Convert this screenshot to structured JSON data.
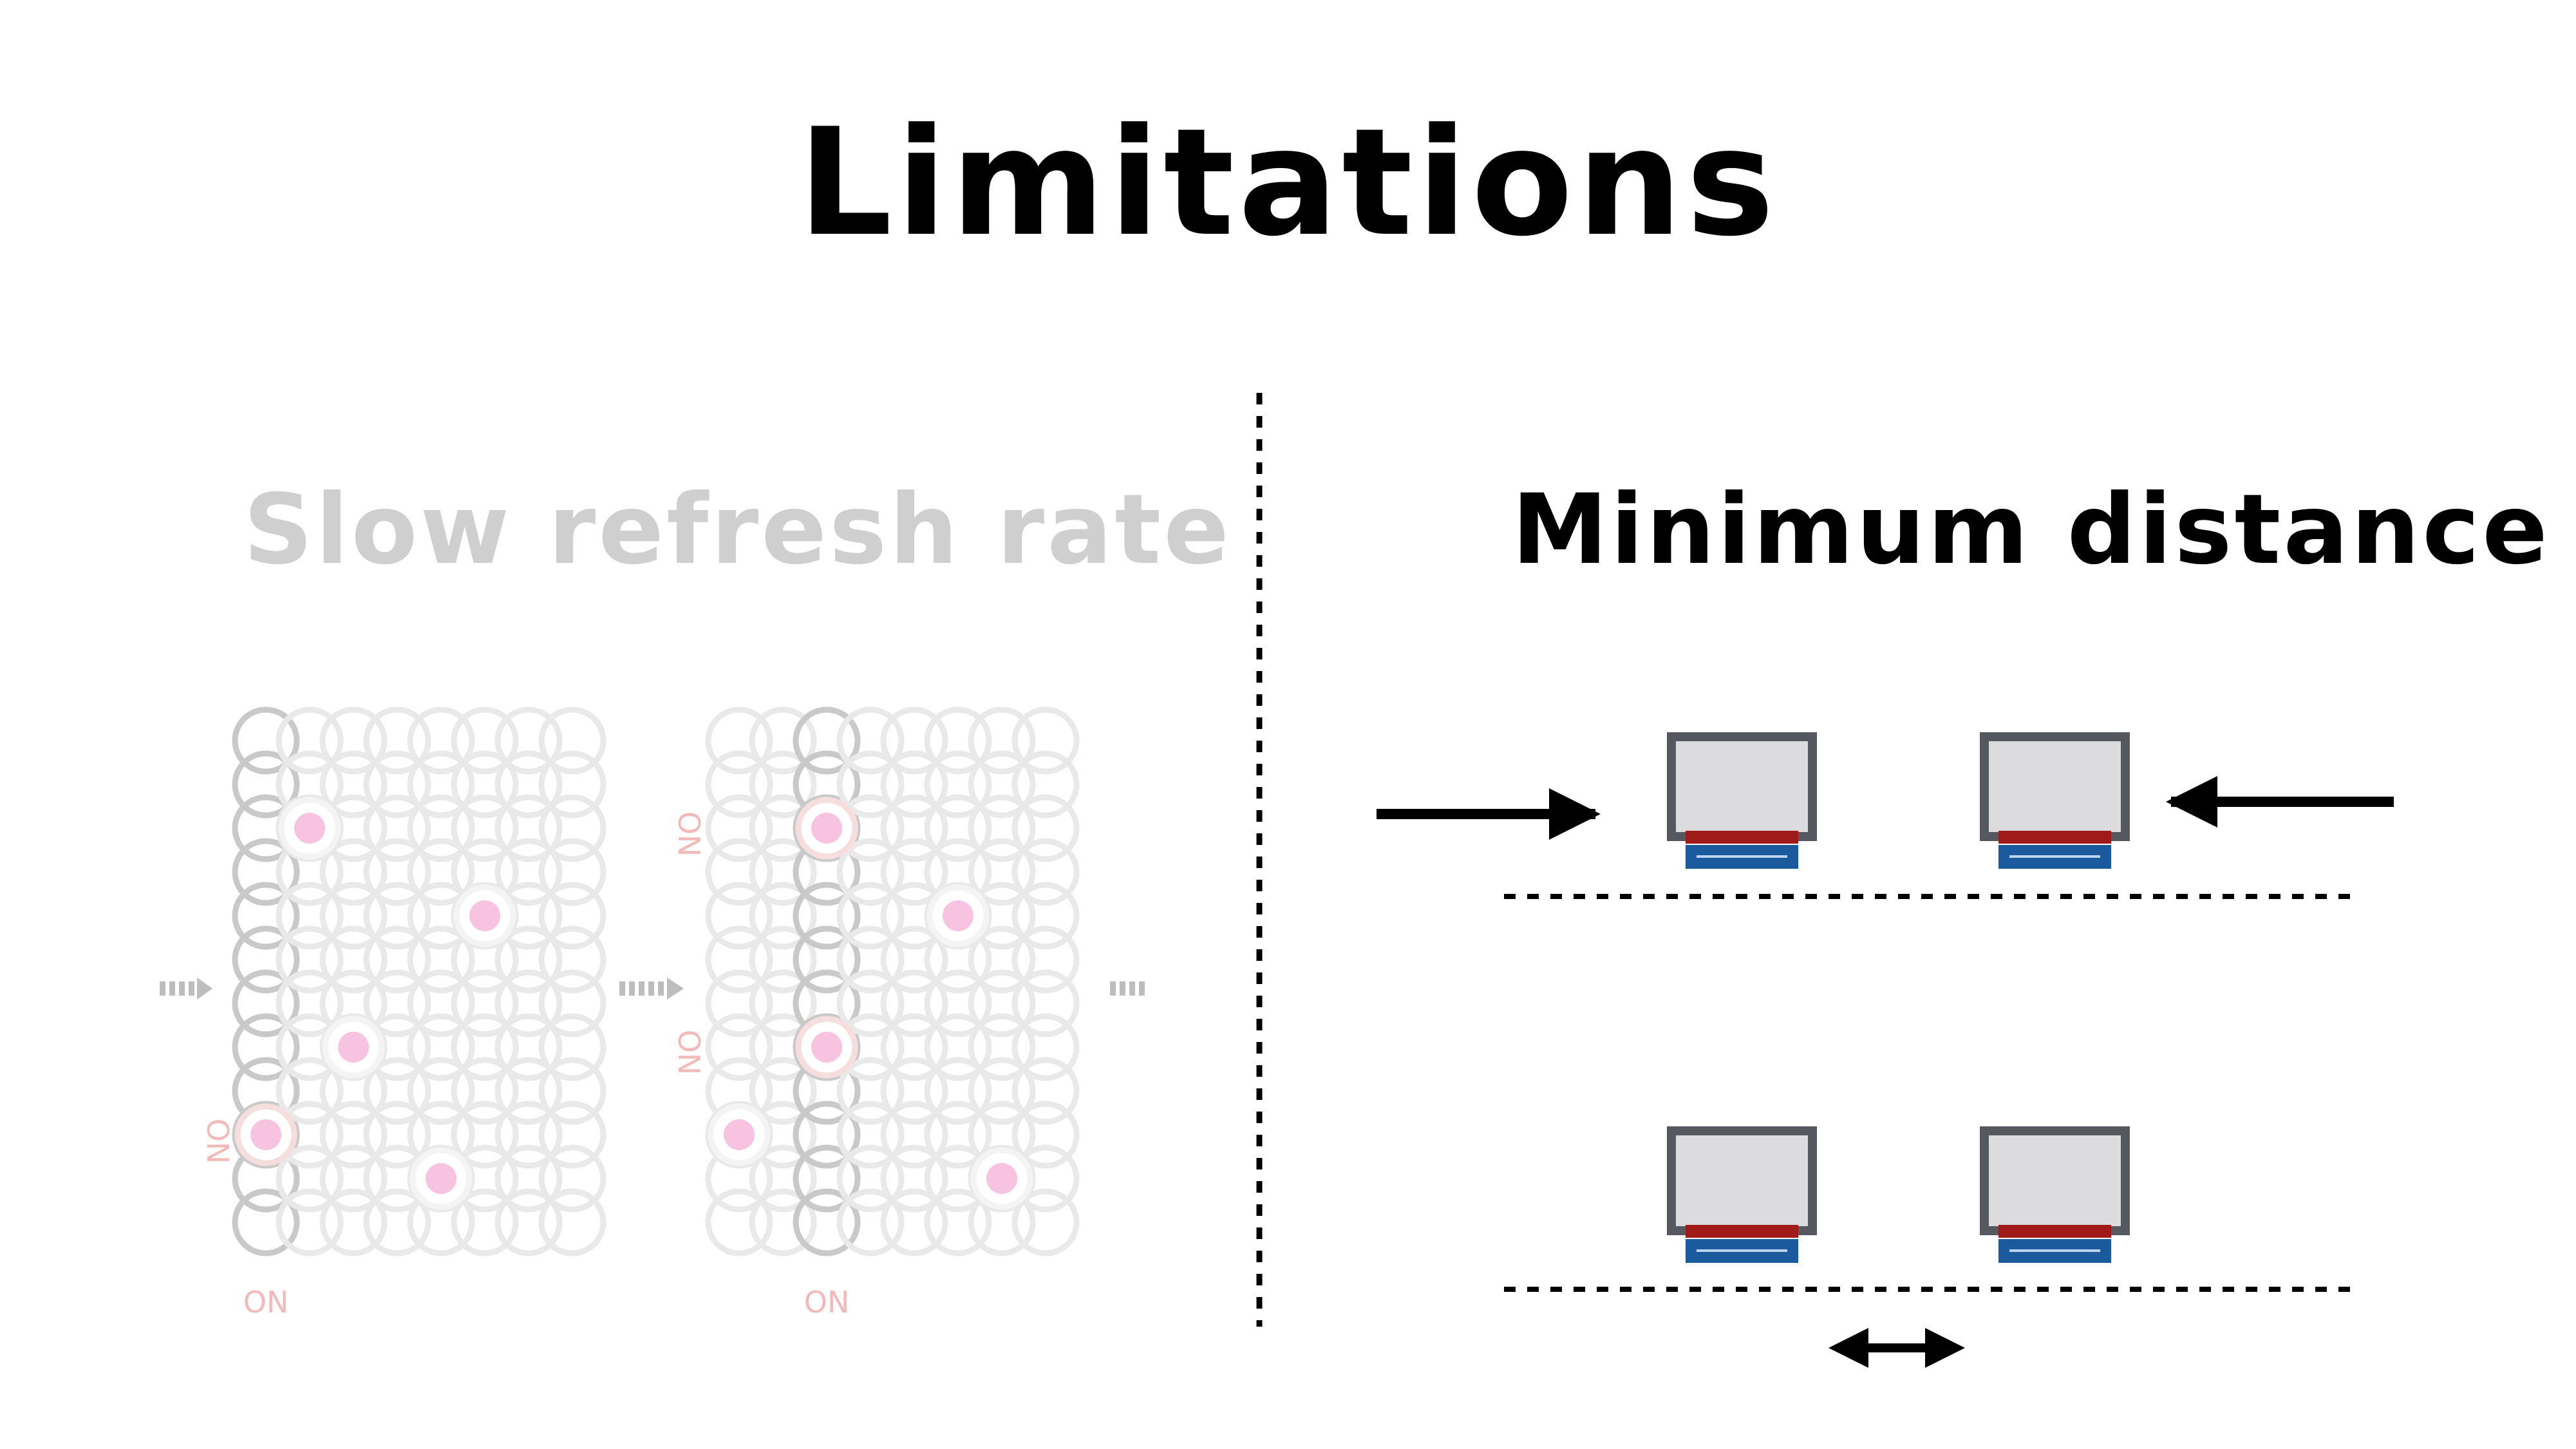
{
  "title": "Limitations",
  "left_panel": {
    "heading": "Slow refresh rate",
    "on_label": "ON",
    "colors": {
      "grid": "#e9e9e9",
      "active_column": "#c9c9c9",
      "dot": "#f7c3e0",
      "on_label": "#f3b9b9",
      "arrow": "#bdbdbd"
    }
  },
  "right_panel": {
    "heading": "Minimum distance",
    "colors": {
      "screen": "#dcdcde",
      "frame": "#55585f",
      "red_layer": "#a01a1a",
      "blue_layer": "#1c5a9e"
    }
  }
}
